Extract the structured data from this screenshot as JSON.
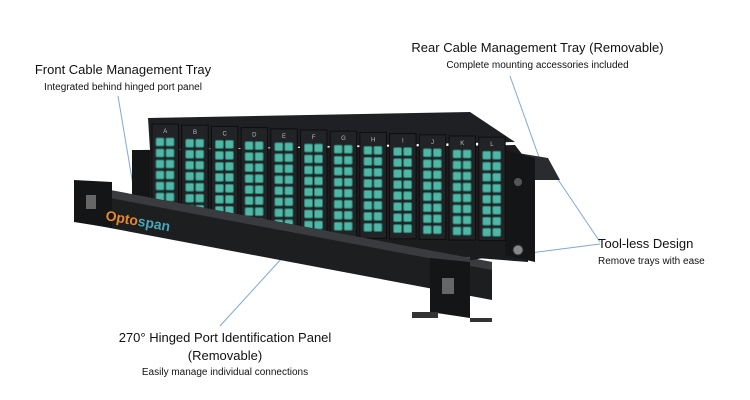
{
  "callouts": {
    "front_tray": {
      "title": "Front Cable Management Tray",
      "subtitle": "Integrated behind hinged port panel"
    },
    "rear_tray": {
      "title": "Rear Cable Management Tray (Removable)",
      "subtitle": "Complete mounting accessories included"
    },
    "toolless": {
      "title": "Tool-less Design",
      "subtitle": "Remove trays with ease"
    },
    "hinged_panel": {
      "title_line1": "270° Hinged Port Identification Panel",
      "title_line2": "(Removable)",
      "subtitle": "Easily manage individual connections"
    }
  },
  "product": {
    "logo_part1": "Opto",
    "logo_part2": "span",
    "module_letters": [
      "A",
      "B",
      "C",
      "D",
      "E",
      "F",
      "G",
      "H",
      "I",
      "J",
      "K",
      "L"
    ]
  },
  "colors": {
    "chassis": "#1b1c1e",
    "port": "#4fb7a6",
    "logo_orange": "#e8872a",
    "logo_teal": "#4aa6b5",
    "leader_line": "#7fa9d6"
  }
}
